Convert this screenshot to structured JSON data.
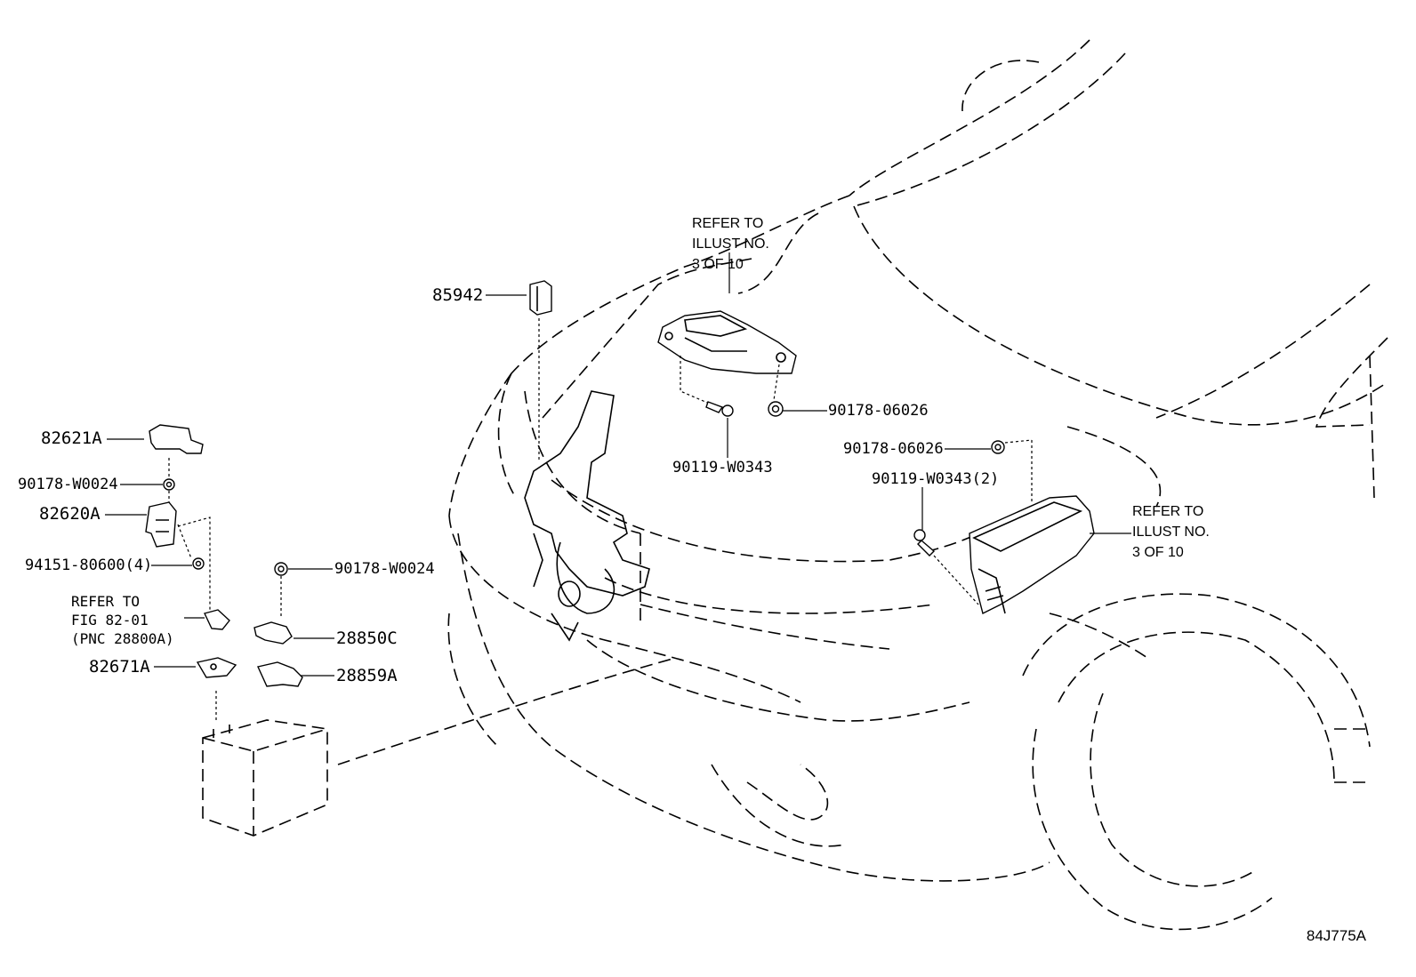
{
  "diagram": {
    "figure_code": "84J775A",
    "parts": {
      "p82621A": "82621A",
      "p90178W0024_a": "90178-W0024",
      "p82620A": "82620A",
      "p94151": "94151-80600(4)",
      "p82671A": "82671A",
      "p90178W0024_b": "90178-W0024",
      "p28850C": "28850C",
      "p28859A": "28859A",
      "p85942": "85942",
      "p90178_06026_a": "90178-06026",
      "p90119W0343_a": "90119-W0343",
      "p90178_06026_b": "90178-06026",
      "p90119W0343_b": "90119-W0343(2)"
    },
    "notes": {
      "refer_fig": [
        "REFER TO",
        "FIG 82-01",
        "(PNC 28800A)"
      ],
      "refer_illust_top": [
        "REFER TO",
        "ILLUST NO.",
        "3 OF 10"
      ],
      "refer_illust_right": [
        "REFER TO",
        "ILLUST NO.",
        "3 OF 10"
      ]
    }
  }
}
